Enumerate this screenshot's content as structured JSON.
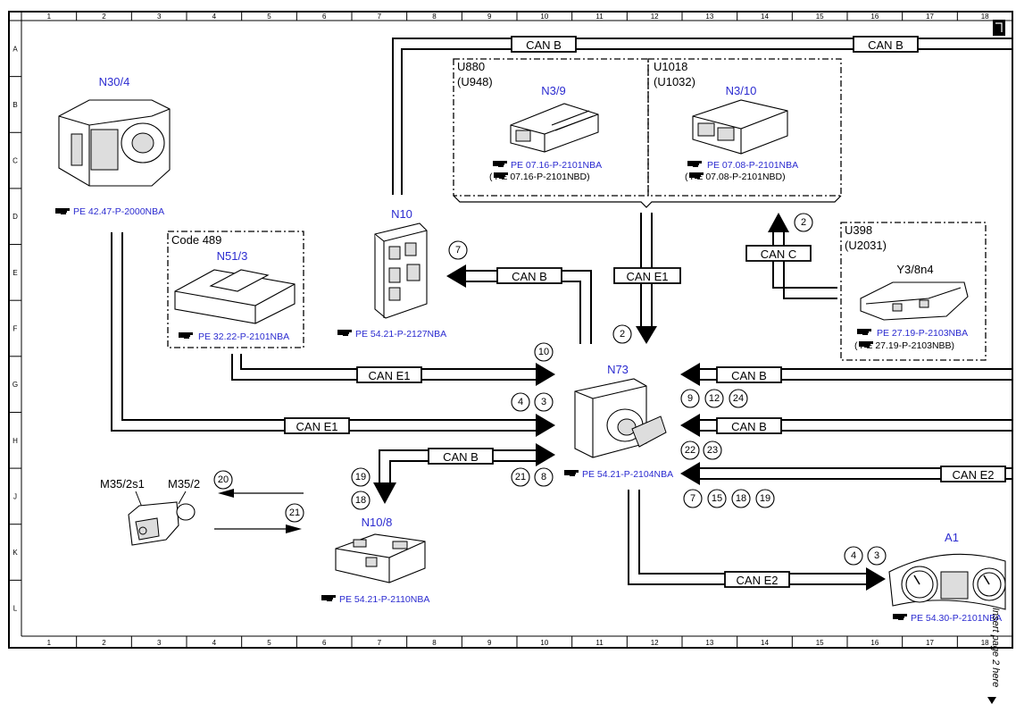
{
  "grid": {
    "columns": [
      "1",
      "2",
      "3",
      "4",
      "5",
      "6",
      "7",
      "8",
      "9",
      "10",
      "11",
      "12",
      "13",
      "14",
      "15",
      "16",
      "17",
      "18"
    ],
    "rows": [
      "A",
      "B",
      "C",
      "D",
      "E",
      "F",
      "G",
      "H",
      "J",
      "K",
      "L"
    ]
  },
  "buses": {
    "can_b": "CAN B",
    "can_c": "CAN C",
    "can_e1": "CAN E1",
    "can_e2": "CAN E2"
  },
  "components": {
    "n30_4": {
      "code": "N30/4",
      "ref": "PE 42.47-P-2000NBA"
    },
    "n3_9": {
      "variant": "U880",
      "variant_alt": "(U948)",
      "code": "N3/9",
      "ref": "PE 07.16-P-2101NBA",
      "ref_alt": "(    PE 07.16-P-2101NBD)"
    },
    "n3_10": {
      "variant": "U1018",
      "variant_alt": "(U1032)",
      "code": "N3/10",
      "ref": "PE 07.08-P-2101NBA",
      "ref_alt": "(    PE 07.08-P-2101NBD)"
    },
    "n51_3": {
      "variant": "Code 489",
      "code": "N51/3",
      "ref": "PE 32.22-P-2101NBA"
    },
    "n10": {
      "code": "N10",
      "ref": "PE 54.21-P-2127NBA"
    },
    "y3_8n4": {
      "variant": "U398",
      "variant_alt": "(U2031)",
      "code": "Y3/8n4",
      "ref": "PE 27.19-P-2103NBA",
      "ref_alt": "(    PE 27.19-P-2103NBB)"
    },
    "n73": {
      "code": "N73",
      "ref": "PE 54.21-P-2104NBA"
    },
    "m35": {
      "code_left": "M35/2s1",
      "code_right": "M35/2"
    },
    "n10_8": {
      "code": "N10/8",
      "ref": "PE 54.21-P-2110NBA"
    },
    "a1": {
      "code": "A1",
      "ref": "PE 54.30-P-2101NBA"
    }
  },
  "signals": {
    "s2a": "2",
    "s2b": "2",
    "s7a": "7",
    "s10": "10",
    "s4a": "4",
    "s3a": "3",
    "s9": "9",
    "s12": "12",
    "s24": "24",
    "s22": "22",
    "s23": "23",
    "s21a": "21",
    "s8": "8",
    "s7b": "7",
    "s15": "15",
    "s18a": "18",
    "s19a": "19",
    "s19b": "19",
    "s18b": "18",
    "s20": "20",
    "s21b": "21",
    "s4b": "4",
    "s3b": "3"
  },
  "page_note": "Insert page 2 here",
  "colors": {
    "line": "#000000",
    "component_code": "#2b2bd0",
    "reference": "#2b2bd0"
  },
  "icons": {
    "reference": "hand-pointer-icon"
  }
}
